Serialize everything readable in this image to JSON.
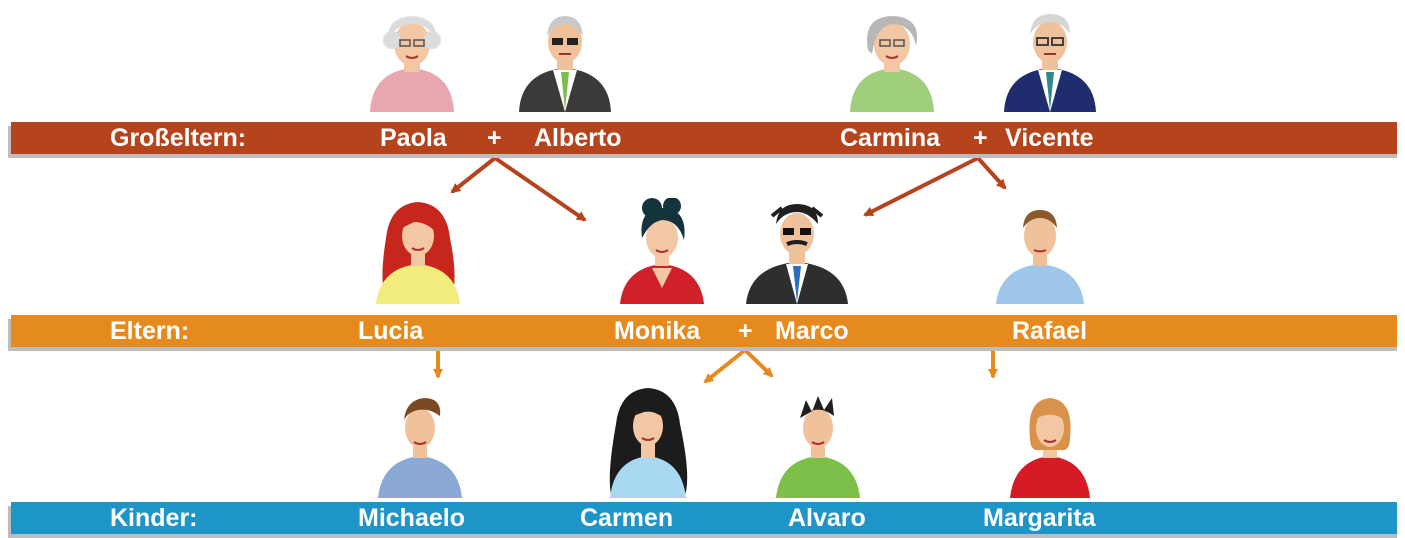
{
  "colors": {
    "grandparents_bar": "#b5441c",
    "parents_bar": "#e68a1e",
    "children_bar": "#1e95c9",
    "grandparent_arrow": "#b5441c",
    "parent_arrow": "#e68a1e"
  },
  "rows": {
    "grandparents": {
      "label": "Großeltern:",
      "paola": "Paola",
      "plus1": "+",
      "alberto": "Alberto",
      "carmina": "Carmina",
      "plus2": "+",
      "vicente": "Vicente"
    },
    "parents": {
      "label": "Eltern:",
      "lucia": "Lucia",
      "monika": "Monika",
      "plus": "+",
      "marco": "Marco",
      "rafael": "Rafael"
    },
    "children": {
      "label": "Kinder:",
      "michaelo": "Michaelo",
      "carmen": "Carmen",
      "alvaro": "Alvaro",
      "margarita": "Margarita"
    }
  }
}
